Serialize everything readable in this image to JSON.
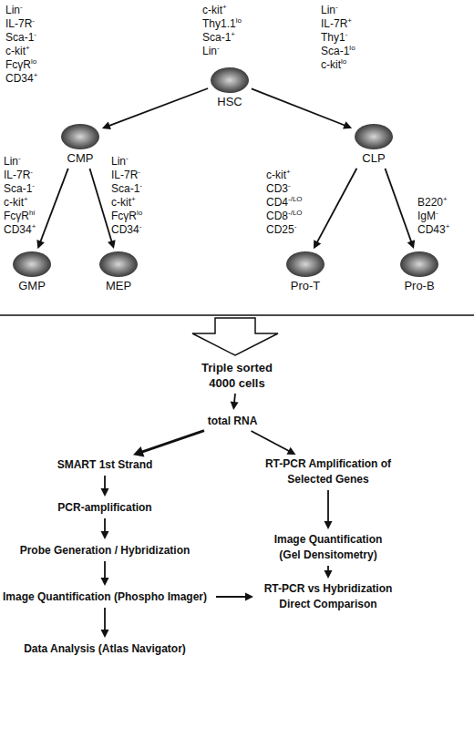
{
  "diagram": {
    "nodes": [
      {
        "text": [
          "HSC"
        ]
      },
      {
        "text": [
          "CMP"
        ]
      },
      {
        "text": [
          "CLP"
        ]
      },
      {
        "text": [
          "GMP"
        ]
      },
      {
        "text": [
          "MEP"
        ]
      },
      {
        "text": [
          "Pro-T"
        ]
      },
      {
        "text": [
          "Pro-B"
        ]
      },
      {
        "text": [
          "Triple sorted 4000 cells"
        ]
      },
      {
        "text": [
          "total RNA"
        ]
      },
      {
        "text": [
          "SMART 1st Strand"
        ]
      },
      {
        "text": [
          "PCR-amplification"
        ]
      },
      {
        "text": [
          "Probe Generation / Hybridization"
        ]
      },
      {
        "text": [
          "Image Quantification (Phospho Imager)"
        ]
      },
      {
        "text": [
          "Data Analysis (Atlas Navigator)"
        ]
      },
      {
        "text": [
          "RT-PCR Amplification of Selected Genes"
        ]
      },
      {
        "text": [
          "Image Quantification (Gel Densitometry)"
        ]
      },
      {
        "text": [
          "RT-PCR vs Hybridization Direct Comparison"
        ]
      }
    ],
    "edges": [
      {
        "from": 0,
        "to": 1,
        "arrow": "to"
      },
      {
        "from": 0,
        "to": 2,
        "arrow": "to"
      },
      {
        "from": 1,
        "to": 3,
        "arrow": "to"
      },
      {
        "from": 1,
        "to": 4,
        "arrow": "to"
      },
      {
        "from": 2,
        "to": 5,
        "arrow": "to"
      },
      {
        "from": 2,
        "to": 6,
        "arrow": "to"
      },
      {
        "from": 7,
        "to": 8,
        "arrow": "to"
      },
      {
        "from": 8,
        "to": 9,
        "arrow": "to"
      },
      {
        "from": 8,
        "to": 14,
        "arrow": "to"
      },
      {
        "from": 9,
        "to": 10,
        "arrow": "to"
      },
      {
        "from": 10,
        "to": 11,
        "arrow": "to"
      },
      {
        "from": 11,
        "to": 12,
        "arrow": "to"
      },
      {
        "from": 12,
        "to": 13,
        "arrow": "to"
      },
      {
        "from": 14,
        "to": 15,
        "arrow": "to"
      },
      {
        "from": 15,
        "to": 16,
        "arrow": "to"
      },
      {
        "from": 12,
        "to": 16,
        "arrow": "to"
      }
    ],
    "labels": [
      "Lin- IL-7R- Sca-1- c-kit+ FcγRlo CD34+",
      "c-kit+ Thy1.1lo Sca-1+ Lin-",
      "Lin- IL-7R+ Thy1- Sca-1lo c-kitlo",
      "Lin- IL-7R- Sca-1- c-kit+ FcγRhi CD34+",
      "Lin- IL-7R- Sca-1- c-kit+ FcγRlo CD34-",
      "c-kit+ CD3- CD4-/LO CD8-/LO CD25-",
      "B220+ IgM- CD43+"
    ]
  }
}
